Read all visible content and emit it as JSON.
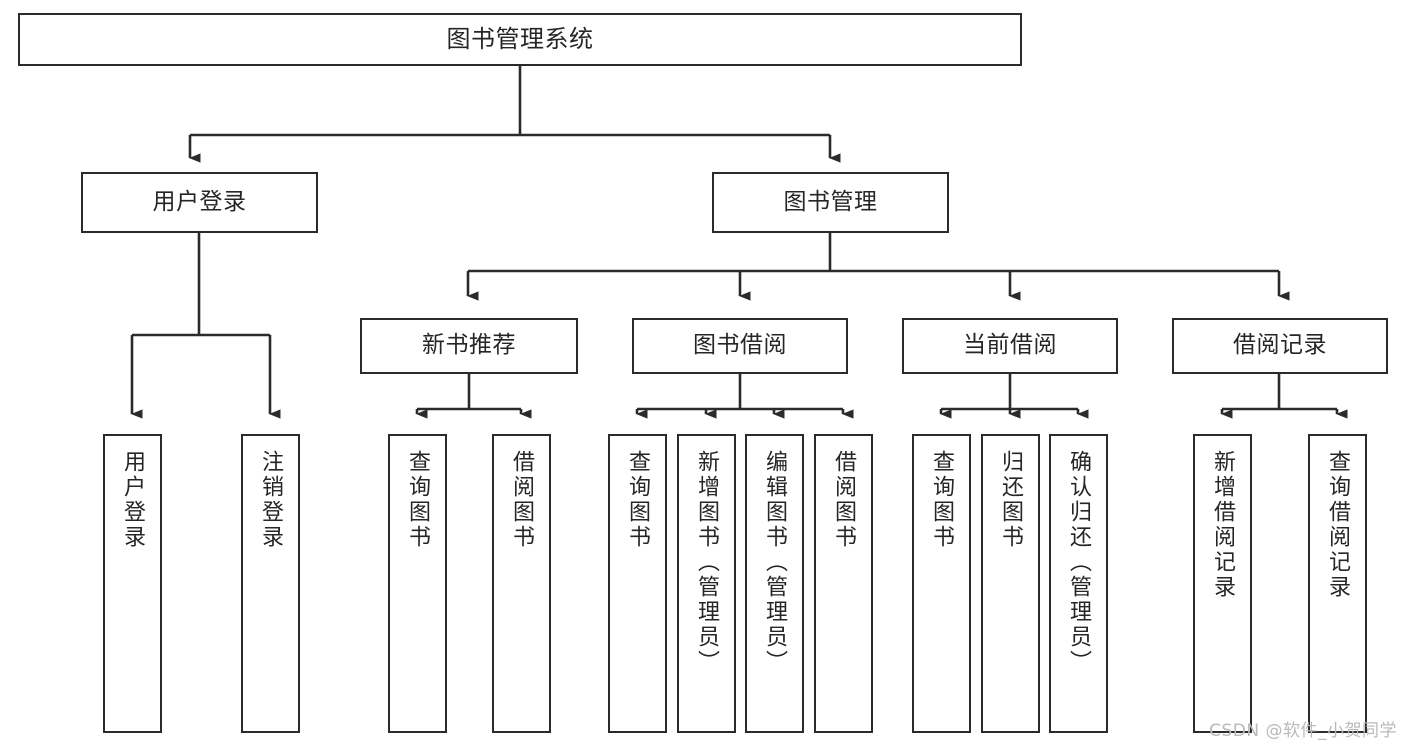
{
  "diagram": {
    "title": "图书管理系统",
    "type": "tree-hierarchy-chart",
    "background_color": "#ffffff",
    "box_border_color": "#2b2b2b",
    "connector_color": "#2b2b2b",
    "text_color": "#262626"
  },
  "nodes": {
    "root": {
      "label": "图书管理系统"
    },
    "level2": [
      {
        "label": "用户登录"
      },
      {
        "label": "图书管理"
      }
    ],
    "level3": [
      {
        "label": "新书推荐"
      },
      {
        "label": "图书借阅"
      },
      {
        "label": "当前借阅"
      },
      {
        "label": "借阅记录"
      }
    ],
    "leaves": {
      "user_login": [
        {
          "label": "用户登录"
        },
        {
          "label": "注销登录"
        }
      ],
      "new_book_recommend": [
        {
          "label": "查询图书"
        },
        {
          "label": "借阅图书"
        }
      ],
      "book_borrow": [
        {
          "label": "查询图书"
        },
        {
          "label": "新增图书（管理员）"
        },
        {
          "label": "编辑图书（管理员）"
        },
        {
          "label": "借阅图书"
        }
      ],
      "current_borrow": [
        {
          "label": "查询图书"
        },
        {
          "label": "归还图书"
        },
        {
          "label": "确认归还（管理员）"
        }
      ],
      "borrow_record": [
        {
          "label": "新增借阅记录"
        },
        {
          "label": "查询借阅记录"
        }
      ]
    }
  },
  "watermark": {
    "text": "CSDN @软件_小贺同学"
  }
}
